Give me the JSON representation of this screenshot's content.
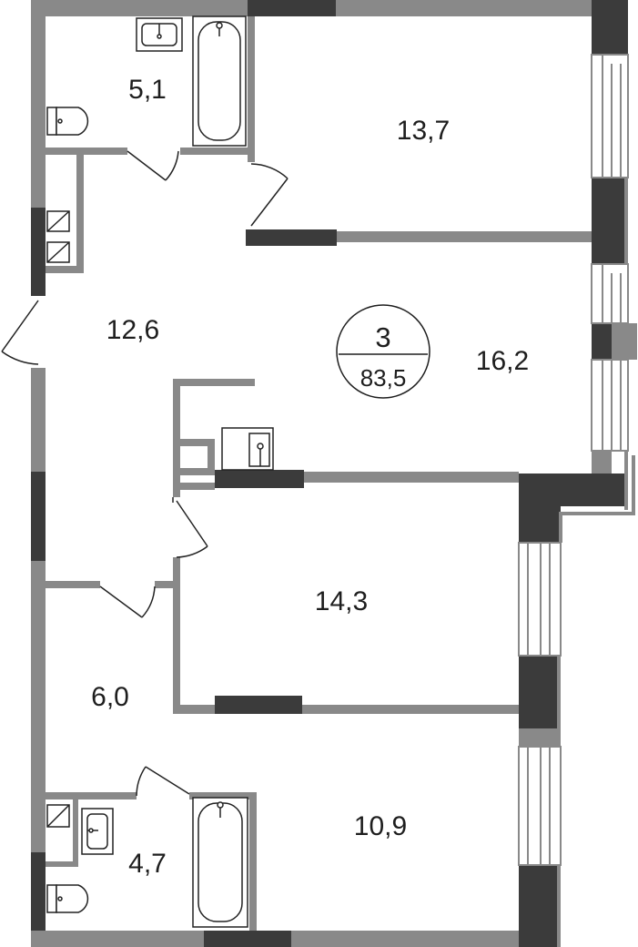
{
  "plan": {
    "colors": {
      "wall": "#898989",
      "wall_dark": "#3b3b3b",
      "fixture_stroke": "#222222",
      "door_stroke": "#222222",
      "text": "#1e1e1e"
    },
    "badge": {
      "rooms": "3",
      "total_area": "83,5"
    },
    "rooms": [
      {
        "id": "bathroom-top",
        "area": "5,1"
      },
      {
        "id": "bedroom-top",
        "area": "13,7"
      },
      {
        "id": "hallway",
        "area": "12,6"
      },
      {
        "id": "living-room",
        "area": "16,2"
      },
      {
        "id": "bedroom-middle",
        "area": "14,3"
      },
      {
        "id": "corridor",
        "area": "6,0"
      },
      {
        "id": "bedroom-bottom",
        "area": "10,9"
      },
      {
        "id": "bathroom-bottom",
        "area": "4,7"
      }
    ]
  }
}
